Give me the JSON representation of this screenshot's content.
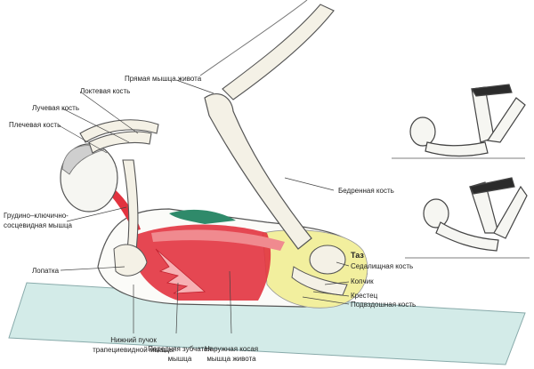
{
  "labels": {
    "elbow_bone": "Локтевая кость",
    "radius": "Лучевая кость",
    "humerus": "Плечевая кость",
    "sternocleidomastoid_line1": "Грудино–ключично-",
    "sternocleidomastoid_line2": "сосцевидная мышца",
    "scapula": "Лопатка",
    "rectus_abdominis": "Прямая мышца живота",
    "femur": "Бедренная кость",
    "pelvis": "Таз",
    "ischium": "Седалищная кость",
    "coccyx": "Копчик",
    "sacrum": "Крестец",
    "ilium": "Подвздошная кость",
    "lower_trapezius_line1": "Нижний пучок",
    "lower_trapezius_line2": "трапециевидной мышцы",
    "serratus_line1": "Передняя зубчатая",
    "serratus_line2": "мышца",
    "external_oblique_line1": "Наружная косая",
    "external_oblique_line2": "мышца живота"
  },
  "colors": {
    "muscle_red": "#e2333f",
    "muscle_pink": "#f08a8f",
    "pelvis_yellow": "#f2ef9e",
    "mat_teal": "#d3ebe8",
    "back_green": "#2f8a6a",
    "bone": "#f4f1e6",
    "outline": "#555555"
  }
}
